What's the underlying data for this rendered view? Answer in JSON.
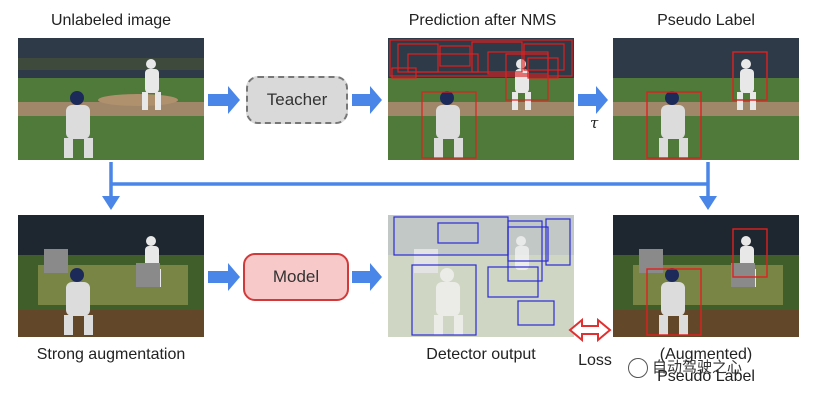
{
  "captions": {
    "unlabeled": "Unlabeled image",
    "prediction": "Prediction after NMS",
    "pseudo": "Pseudo Label",
    "strong": "Strong augmentation",
    "detector": "Detector output",
    "augmented_line1": "(Augmented)",
    "augmented_line2": "Pseudo Label",
    "loss": "Loss"
  },
  "nodes": {
    "teacher": "Teacher",
    "model": "Model"
  },
  "threshold_symbol": "τ",
  "watermark": "自动驾驶之心",
  "colors": {
    "arrow": "#4a86e8",
    "box_red": "#e02020",
    "box_blue": "#2b2bd8",
    "loss_arrow": "#e03030"
  }
}
